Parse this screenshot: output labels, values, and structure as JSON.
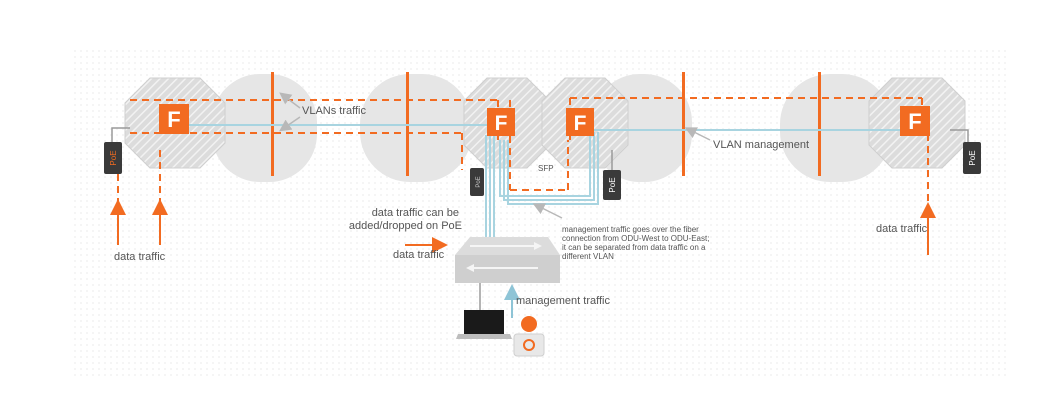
{
  "colors": {
    "orange": "#f26b21",
    "light_blue": "#a8d4e0",
    "unit_gray": "#d9d9d9",
    "dish_gray": "#e8e8e8",
    "text_gray": "#555555",
    "dark": "#3a3a3a"
  },
  "units": {
    "unit_logo": "F",
    "poe_label": "PoE",
    "sfp_label": "SFP"
  },
  "labels": {
    "vlans_traffic": "VLANs traffic",
    "vlan_management": "VLAN management",
    "data_traffic_left": "data traffic",
    "data_traffic_switch": "data traffic",
    "data_traffic_right": "data traffic",
    "poe_add_drop": [
      "data traffic can be",
      "added/dropped on PoE"
    ],
    "fiber_note": [
      "management traffic goes over the fiber",
      "connection from ODU-West to ODU-East;",
      "it can be separated from data traffic on a",
      "different VLAN"
    ],
    "management_traffic": "management traffic"
  },
  "icons": {
    "radio_unit": "radio-unit-icon",
    "dish": "dish-antenna-icon",
    "poe": "poe-injector-icon",
    "switch": "network-switch-icon",
    "laptop": "laptop-icon",
    "user": "user-icon"
  }
}
